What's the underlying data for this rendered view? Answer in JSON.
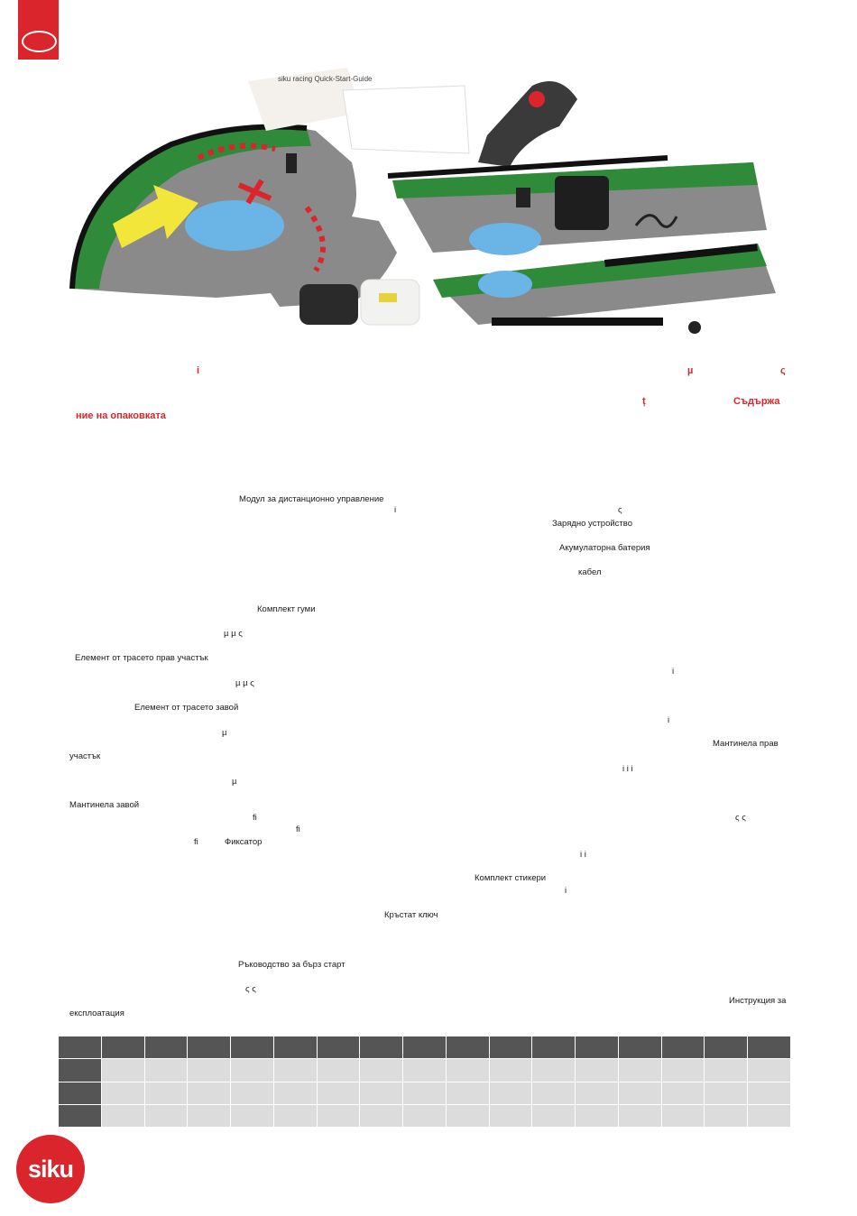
{
  "header": {
    "section_mark": "i"
  },
  "title": {
    "marks_right": [
      "µ",
      "ς",
      "ț"
    ],
    "heading_part1": "Съдържа",
    "heading_part2": "ние на опаковката"
  },
  "parts": {
    "remote_module": "Модул за дистанционно управление",
    "remote_mark": "i",
    "charger_mark": "ς",
    "charger": "Зарядно устройство",
    "battery": "Акумулаторна батерия",
    "cable": "кабел",
    "tyres": "Комплект гуми",
    "tyres_marks": "µ  µ        ς",
    "track_straight": "Елемент от трасето    прав участък",
    "track_straight_marks": "µ  µ        ς",
    "right_mark_1": "i",
    "track_curve": "Елемент от трасето    завой",
    "curve_mark": "µ",
    "right_mark_2": "i",
    "barrier_straight_1": "Мантинела    прав",
    "barrier_straight_2": "участък",
    "barrier_mark": "µ",
    "right_marks_3": "i         i     i",
    "barrier_curve": "Мантинела     завой",
    "fi_1": "ﬁ",
    "fi_2": "ﬁ",
    "fi_3": "ﬁ",
    "right_marks_4": "ς                ς",
    "clip": "Фиксатор",
    "right_marks_5": "i          i",
    "stickers": "Комплект стикери",
    "stickers_mark": "i",
    "wrench": "Кръстат ключ",
    "quick_start": "Ръководство за бърз старт",
    "quick_start_marks": "ς          ς",
    "manual_1": "Инструкция за",
    "manual_2": "експлоатация"
  },
  "illustration": {
    "booklet_title": "siku racing  Quick-Start-Guide"
  },
  "footer": {
    "logo": "siku"
  },
  "colors": {
    "brand_red": "#d9252b",
    "track_green": "#2f8a3a",
    "track_grey": "#8a8a8a"
  }
}
